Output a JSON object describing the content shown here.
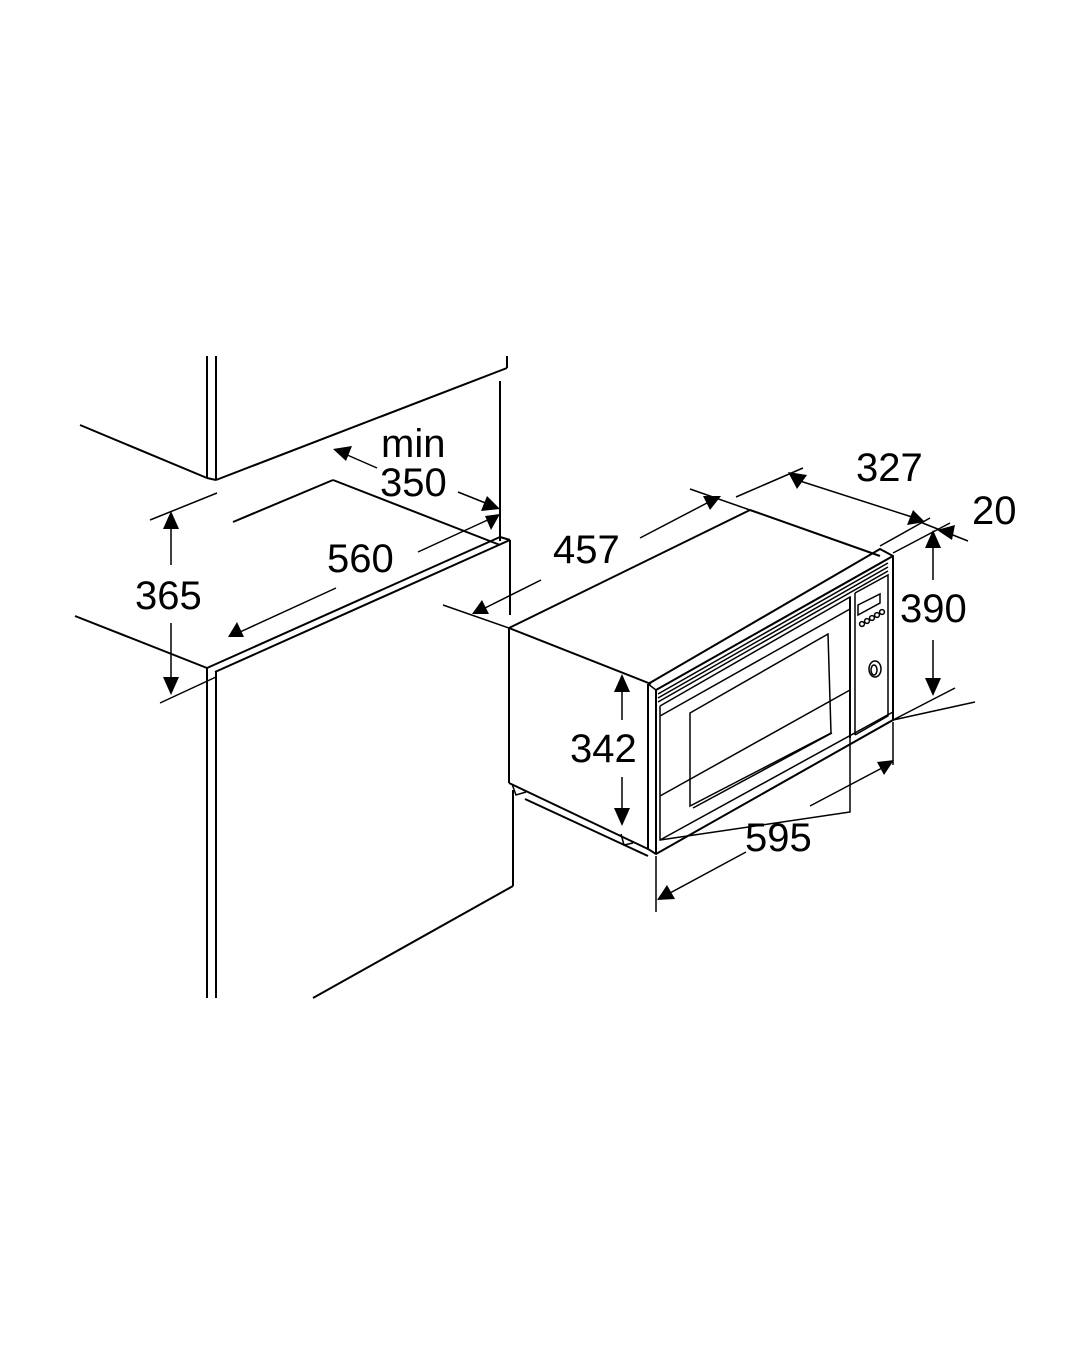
{
  "diagram": {
    "title": "Built-in microwave installation dimensions",
    "colors": {
      "background": "#ffffff",
      "line": "#000000"
    },
    "cabinet": {
      "labels": [
        {
          "id": "min-label",
          "text": "min"
        },
        {
          "id": "depth-min",
          "text": "350"
        },
        {
          "id": "niche-width",
          "text": "560"
        },
        {
          "id": "niche-height",
          "text": "365"
        }
      ]
    },
    "appliance": {
      "labels": [
        {
          "id": "depth",
          "text": "457"
        },
        {
          "id": "top-depth",
          "text": "327"
        },
        {
          "id": "front-thickness",
          "text": "20"
        },
        {
          "id": "front-height",
          "text": "390"
        },
        {
          "id": "body-height",
          "text": "342"
        },
        {
          "id": "front-width",
          "text": "595"
        }
      ]
    }
  }
}
